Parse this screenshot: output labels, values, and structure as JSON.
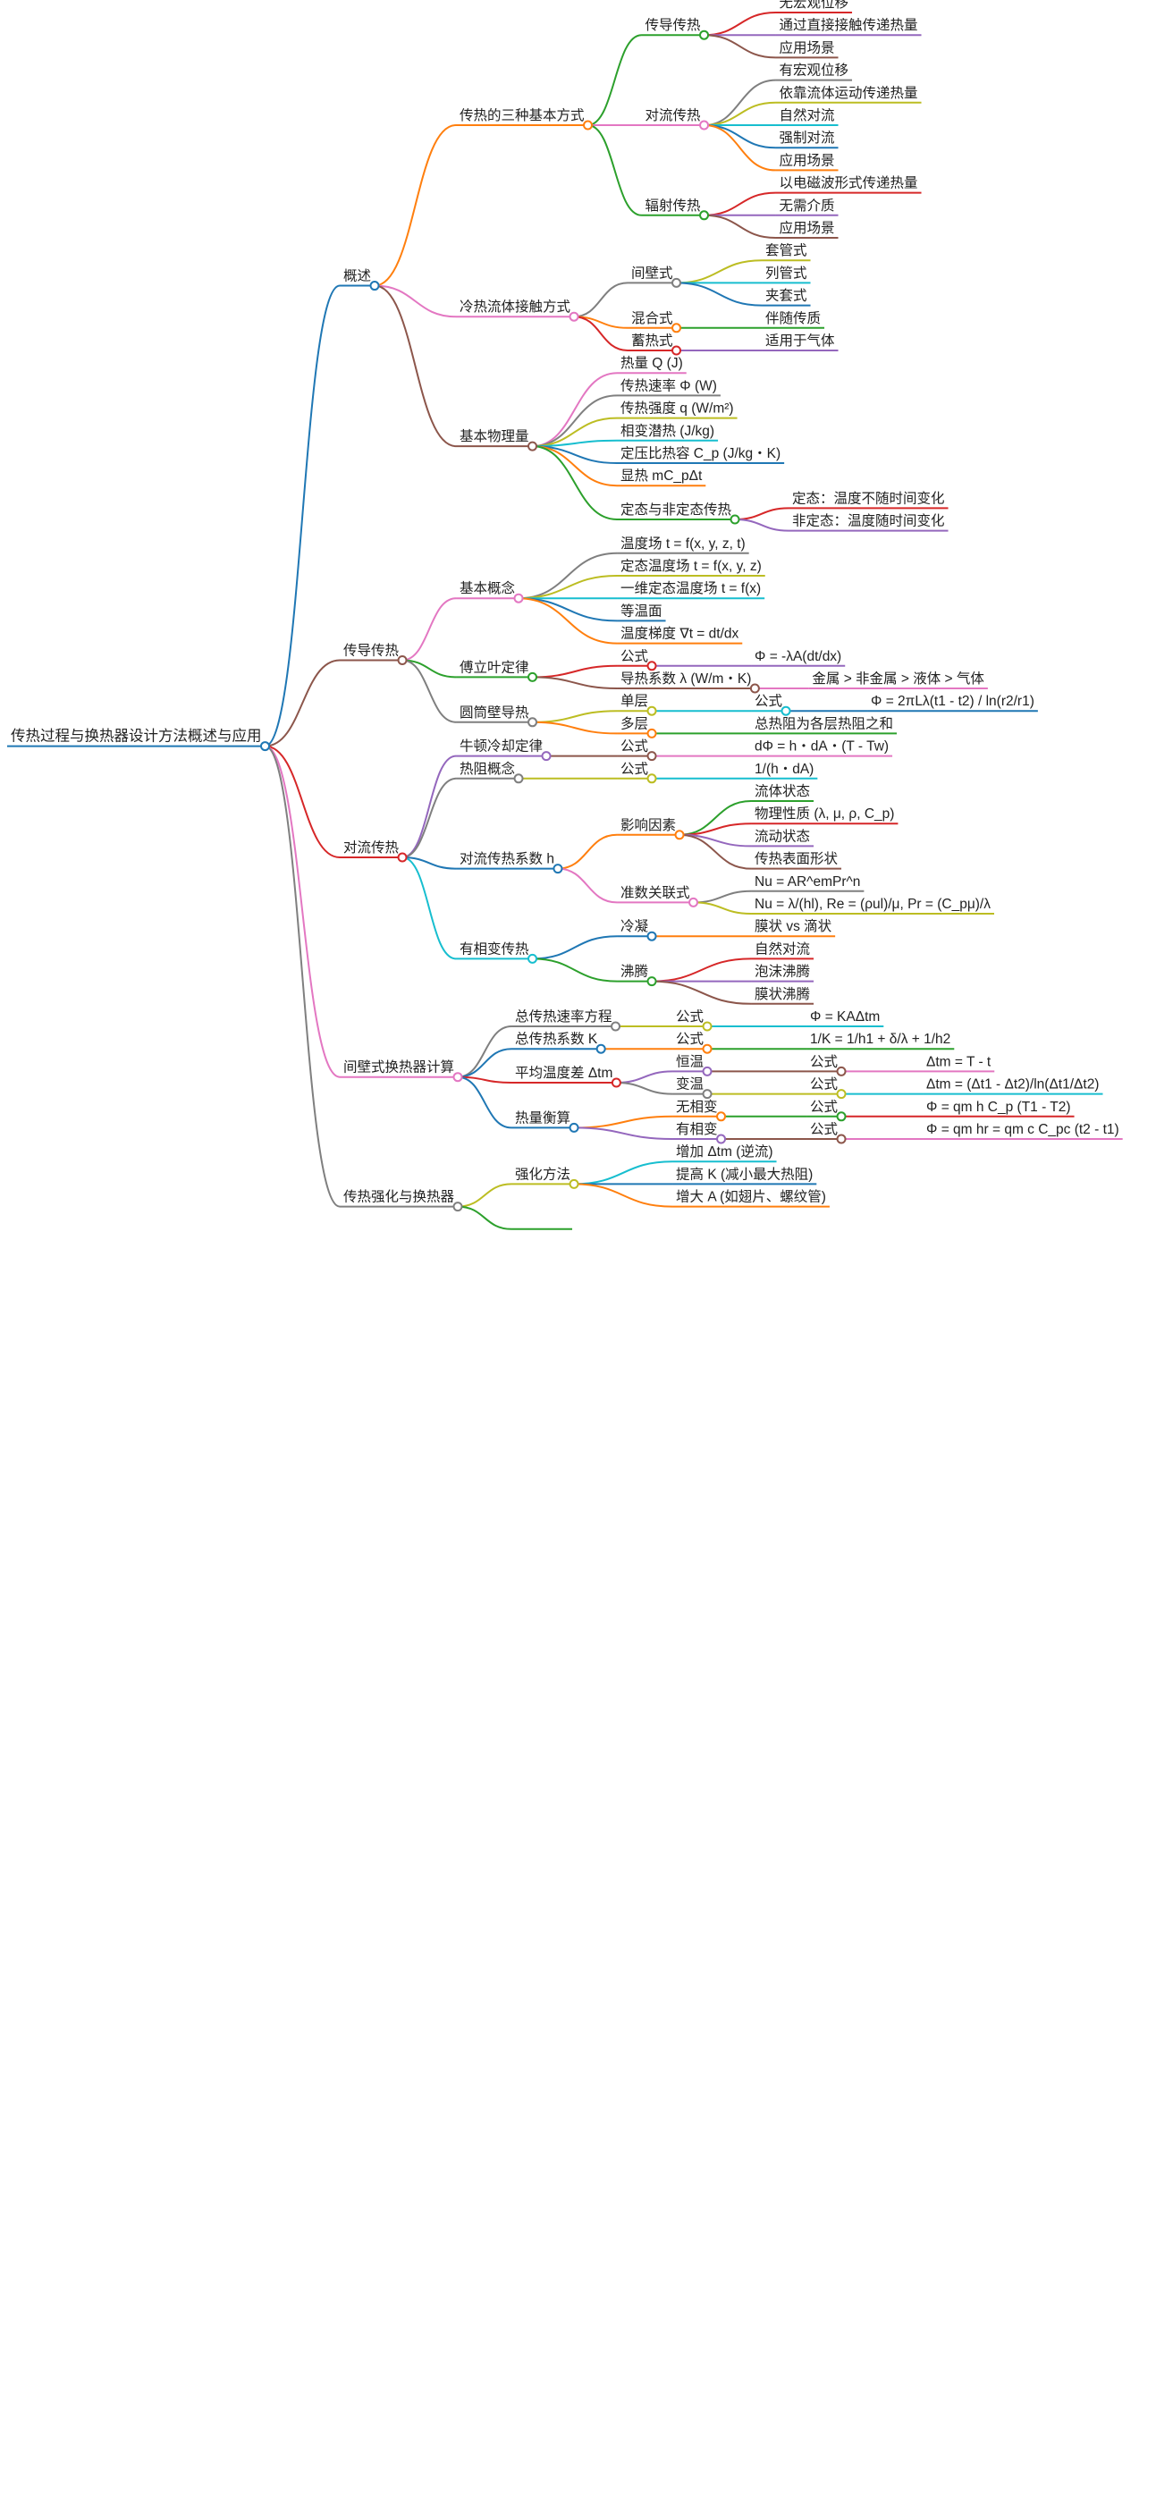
{
  "title": "传热过程与换热器设计方法概述与应用",
  "colors": [
    "#1f77b4",
    "#ff7f0e",
    "#2ca02c",
    "#d62728",
    "#9467bd",
    "#8c564b",
    "#e377c2",
    "#7f7f7f",
    "#bcbd22",
    "#17becf"
  ],
  "tree": {
    "label": "传热过程与换热器设计方法概述与应用",
    "children": [
      {
        "label": "概述",
        "children": [
          {
            "label": "传热的三种基本方式",
            "children": [
              {
                "label": "传导传热",
                "children": [
                  {
                    "label": "无宏观位移"
                  },
                  {
                    "label": "通过直接接触传递热量"
                  },
                  {
                    "label": "应用场景"
                  }
                ]
              },
              {
                "label": "对流传热",
                "children": [
                  {
                    "label": "有宏观位移"
                  },
                  {
                    "label": "依靠流体运动传递热量"
                  },
                  {
                    "label": "自然对流"
                  },
                  {
                    "label": "强制对流"
                  },
                  {
                    "label": "应用场景"
                  }
                ]
              },
              {
                "label": "辐射传热",
                "children": [
                  {
                    "label": "以电磁波形式传递热量"
                  },
                  {
                    "label": "无需介质"
                  },
                  {
                    "label": "应用场景"
                  }
                ]
              }
            ]
          },
          {
            "label": "冷热流体接触方式",
            "children": [
              {
                "label": "间壁式",
                "children": [
                  {
                    "label": "套管式"
                  },
                  {
                    "label": "列管式"
                  },
                  {
                    "label": "夹套式"
                  }
                ]
              },
              {
                "label": "混合式",
                "children": [
                  {
                    "label": "伴随传质"
                  }
                ]
              },
              {
                "label": "蓄热式",
                "children": [
                  {
                    "label": "适用于气体"
                  }
                ]
              }
            ]
          },
          {
            "label": "基本物理量",
            "children": [
              {
                "label": "热量 Q (J)"
              },
              {
                "label": "传热速率 Φ (W)"
              },
              {
                "label": "传热强度 q (W/m²)"
              },
              {
                "label": "相变潜热 (J/kg)"
              },
              {
                "label": "定压比热容 C_p (J/kg・K)"
              },
              {
                "label": "显热 mC_pΔt"
              },
              {
                "label": "定态与非定态传热",
                "children": [
                  {
                    "label": "定态：温度不随时间变化"
                  },
                  {
                    "label": "非定态：温度随时间变化"
                  }
                ]
              }
            ]
          }
        ]
      },
      {
        "label": "传导传热",
        "children": [
          {
            "label": "基本概念",
            "children": [
              {
                "label": "温度场 t = f(x, y, z, t)"
              },
              {
                "label": "定态温度场 t = f(x, y, z)"
              },
              {
                "label": "一维定态温度场 t = f(x)"
              },
              {
                "label": "等温面"
              },
              {
                "label": "温度梯度 ∇t = dt/dx"
              }
            ]
          },
          {
            "label": "傅立叶定律",
            "children": [
              {
                "label": "公式",
                "children": [
                  {
                    "label": "Φ = -λA(dt/dx)"
                  }
                ]
              },
              {
                "label": "导热系数 λ (W/m・K)",
                "children": [
                  {
                    "label": "金属 > 非金属 > 液体 > 气体"
                  }
                ]
              }
            ]
          },
          {
            "label": "圆筒壁导热",
            "children": [
              {
                "label": "单层",
                "children": [
                  {
                    "label": "公式",
                    "children": [
                      {
                        "label": "Φ = 2πLλ(t1 - t2) / ln(r2/r1)"
                      }
                    ]
                  }
                ]
              },
              {
                "label": "多层",
                "children": [
                  {
                    "label": "总热阻为各层热阻之和"
                  }
                ]
              }
            ]
          }
        ]
      },
      {
        "label": "对流传热",
        "children": [
          {
            "label": "牛顿冷却定律",
            "children": [
              {
                "label": "公式",
                "children": [
                  {
                    "label": "dΦ = h・dA・(T - Tw)"
                  }
                ]
              }
            ]
          },
          {
            "label": "热阻概念",
            "children": [
              {
                "label": "公式",
                "children": [
                  {
                    "label": "1/(h・dA)"
                  }
                ]
              }
            ]
          },
          {
            "label": "对流传热系数 h",
            "children": [
              {
                "label": "影响因素",
                "children": [
                  {
                    "label": "流体状态"
                  },
                  {
                    "label": "物理性质 (λ, μ, ρ, C_p)"
                  },
                  {
                    "label": "流动状态"
                  },
                  {
                    "label": "传热表面形状"
                  }
                ]
              },
              {
                "label": "准数关联式",
                "children": [
                  {
                    "label": "Nu = AR^emPr^n"
                  },
                  {
                    "label": "Nu = λ/(hl), Re = (ρul)/μ, Pr = (C_pμ)/λ"
                  }
                ]
              }
            ]
          },
          {
            "label": "有相变传热",
            "children": [
              {
                "label": "冷凝",
                "children": [
                  {
                    "label": "膜状 vs 滴状"
                  }
                ]
              },
              {
                "label": "沸腾",
                "children": [
                  {
                    "label": "自然对流"
                  },
                  {
                    "label": "泡沫沸腾"
                  },
                  {
                    "label": "膜状沸腾"
                  }
                ]
              }
            ]
          }
        ]
      },
      {
        "label": "间壁式换热器计算",
        "children": [
          {
            "label": "总传热速率方程",
            "children": [
              {
                "label": "公式",
                "children": [
                  {
                    "label": "Φ = KAΔtm"
                  }
                ]
              }
            ]
          },
          {
            "label": "总传热系数 K",
            "children": [
              {
                "label": "公式",
                "children": [
                  {
                    "label": "1/K = 1/h1 + δ/λ + 1/h2"
                  }
                ]
              }
            ]
          },
          {
            "label": "平均温度差 Δtm",
            "children": [
              {
                "label": "恒温",
                "children": [
                  {
                    "label": "公式",
                    "children": [
                      {
                        "label": "Δtm = T - t"
                      }
                    ]
                  }
                ]
              },
              {
                "label": "变温",
                "children": [
                  {
                    "label": "公式",
                    "children": [
                      {
                        "label": "Δtm = (Δt1 - Δt2)/ln(Δt1/Δt2)"
                      }
                    ]
                  }
                ]
              }
            ]
          },
          {
            "label": "热量衡算",
            "children": [
              {
                "label": "无相变",
                "children": [
                  {
                    "label": "公式",
                    "children": [
                      {
                        "label": "Φ = qm h C_p (T1 - T2)"
                      }
                    ]
                  }
                ]
              },
              {
                "label": "有相变",
                "children": [
                  {
                    "label": "公式",
                    "children": [
                      {
                        "label": "Φ = qm hr = qm c C_pc (t2 - t1)"
                      }
                    ]
                  }
                ]
              }
            ]
          }
        ]
      },
      {
        "label": "传热强化与换热器",
        "children": [
          {
            "label": "强化方法",
            "children": [
              {
                "label": "增加 Δtm (逆流)"
              },
              {
                "label": "提高 K (减小最大热阻)"
              },
              {
                "label": "增大 A (如翅片、螺纹管)"
              }
            ]
          },
          {
            "label": ""
          }
        ]
      }
    ]
  }
}
